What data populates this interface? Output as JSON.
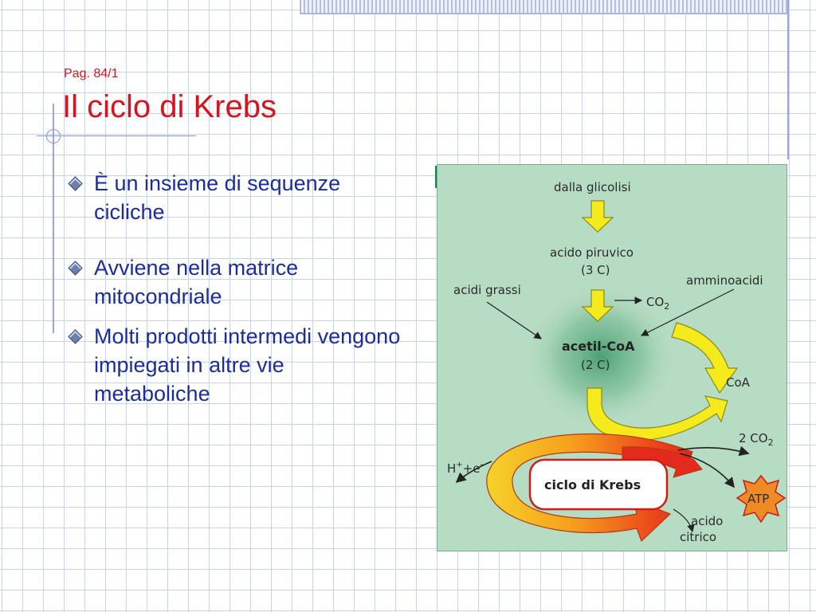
{
  "slide": {
    "page_label": "Pag. 84/1",
    "title": "Il ciclo di Krebs",
    "bullets": [
      "È un insieme di sequenze cicliche",
      "Avviene nella matrice mitocondriale",
      "Molti prodotti intermedi vengono impiegati in altre vie metaboliche"
    ]
  },
  "diagram": {
    "from_glycolysis": "dalla glicolisi",
    "pyruvic_acid": "acido piruvico",
    "pyruvic_carbons": "(3 C)",
    "fatty_acids": "acidi grassi",
    "amino_acids": "amminoacidi",
    "co2_base": "CO",
    "co2_sub": "2",
    "acetyl_coa": "acetil-CoA",
    "acetyl_carbons": "(2 C)",
    "coa": "CoA",
    "two_co2_base": "2 CO",
    "two_co2_sub": "2",
    "h_base": "H",
    "h_sup": "+",
    "plus_e": "+e",
    "e_sup": "-",
    "krebs_cycle": "ciclo di Krebs",
    "atp": "ATP",
    "citric_line1": "acido",
    "citric_line2": "citrico"
  },
  "colors": {
    "title": "#d6141e",
    "bullet_text": "#1b2d9c",
    "diagram_bg": "#b6dcc3",
    "arrow_yellow": "#f4ea1c",
    "cycle_red": "#e8291d",
    "atp_star": "#f08a24"
  }
}
